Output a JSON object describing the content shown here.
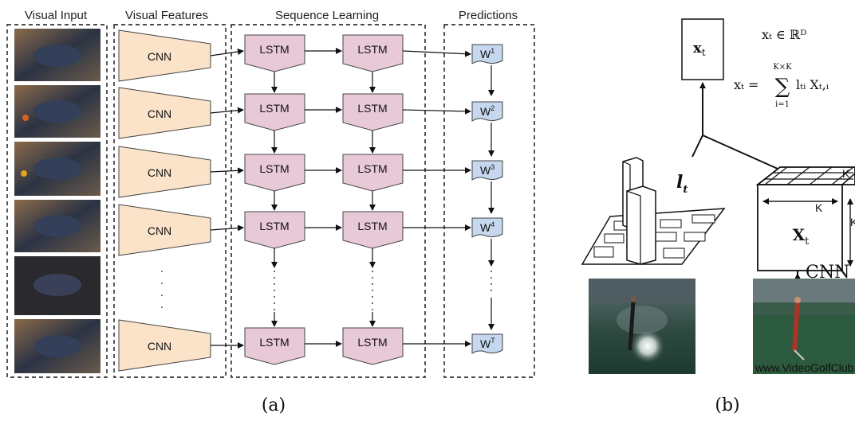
{
  "panel_a": {
    "headers": {
      "visual_input": "Visual Input",
      "visual_features": "Visual Features",
      "sequence_learning": "Sequence Learning",
      "predictions": "Predictions"
    },
    "cnn_label": "CNN",
    "lstm_label": "LSTM",
    "predictions": [
      {
        "base": "W",
        "sup": "1"
      },
      {
        "base": "W",
        "sup": "2"
      },
      {
        "base": "W",
        "sup": "3"
      },
      {
        "base": "W",
        "sup": "4"
      },
      {
        "base": "W",
        "sup": "T"
      }
    ],
    "caption": "(a)"
  },
  "panel_b": {
    "xt_label": "x",
    "xt_sub": "t",
    "eq1": "xₜ ∈ ℝᴰ",
    "eq2_lhs": "xₜ =",
    "eq2_sum_top": "K×K",
    "eq2_sum": "∑",
    "eq2_sum_bottom": "i=1",
    "eq2_rhs": "lₜᵢ Xₜ,ᵢ",
    "attention_label": "l",
    "attention_sub": "t",
    "cube_label": "X",
    "cube_sub": "t",
    "k_top": "K",
    "k_front": "K",
    "k_side": "K",
    "cnn_label": "CNN",
    "watermark": "www.VideoGolfClub.com",
    "caption": "(b)"
  },
  "colors": {
    "cnn_fill": "#fbe3c9",
    "lstm_fill": "#e8c9d8",
    "pred_fill": "#c5d8ee",
    "frame_bg": "#1f2a27"
  }
}
